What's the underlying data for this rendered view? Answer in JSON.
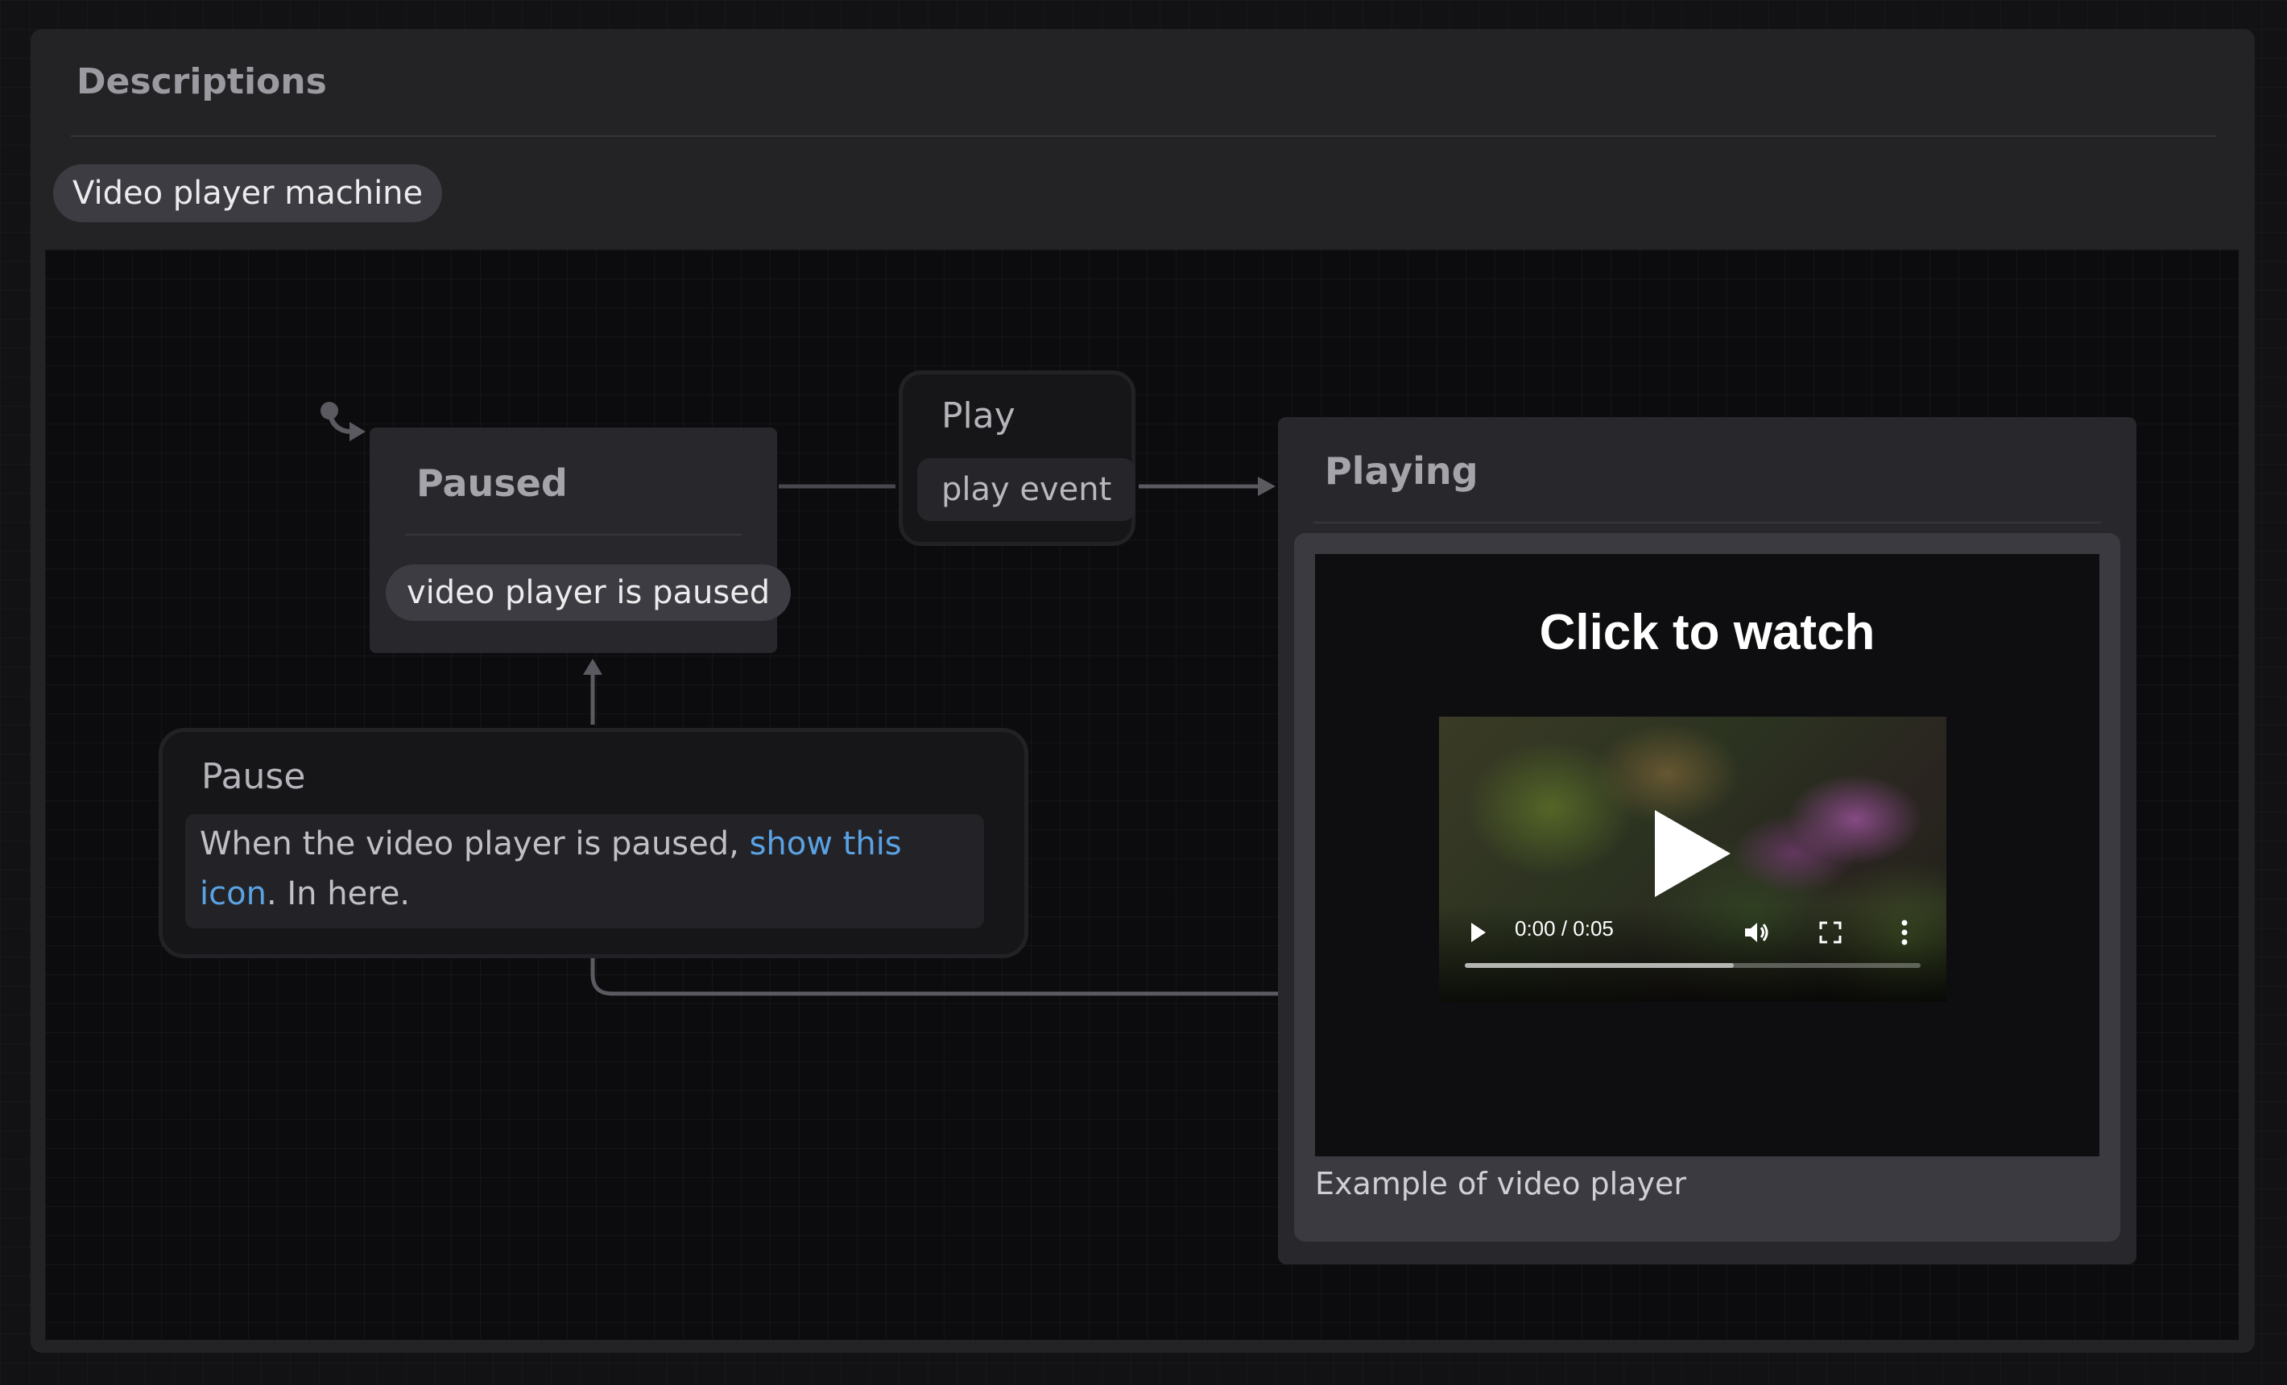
{
  "panel": {
    "title": "Descriptions"
  },
  "machine": {
    "name": "Video player machine"
  },
  "states": {
    "paused": {
      "title": "Paused",
      "description": "video player is paused"
    },
    "playing": {
      "title": "Playing",
      "media": {
        "heading": "Click to watch",
        "time": "0:00 / 0:05",
        "buffered_fraction": 0.59,
        "caption": "Example of video player"
      }
    }
  },
  "events": {
    "play": {
      "label": "Play",
      "description": "play event"
    },
    "pause": {
      "label": "Pause",
      "description_before": "When the video player is paused, ",
      "description_link": "show this icon",
      "description_after": ". In here."
    }
  },
  "colors": {
    "background": "#121214",
    "panel": "#232326",
    "canvas": "#0c0c0e",
    "state": "#28282c",
    "edge": "#5a5a60",
    "link": "#5aa2e4"
  }
}
